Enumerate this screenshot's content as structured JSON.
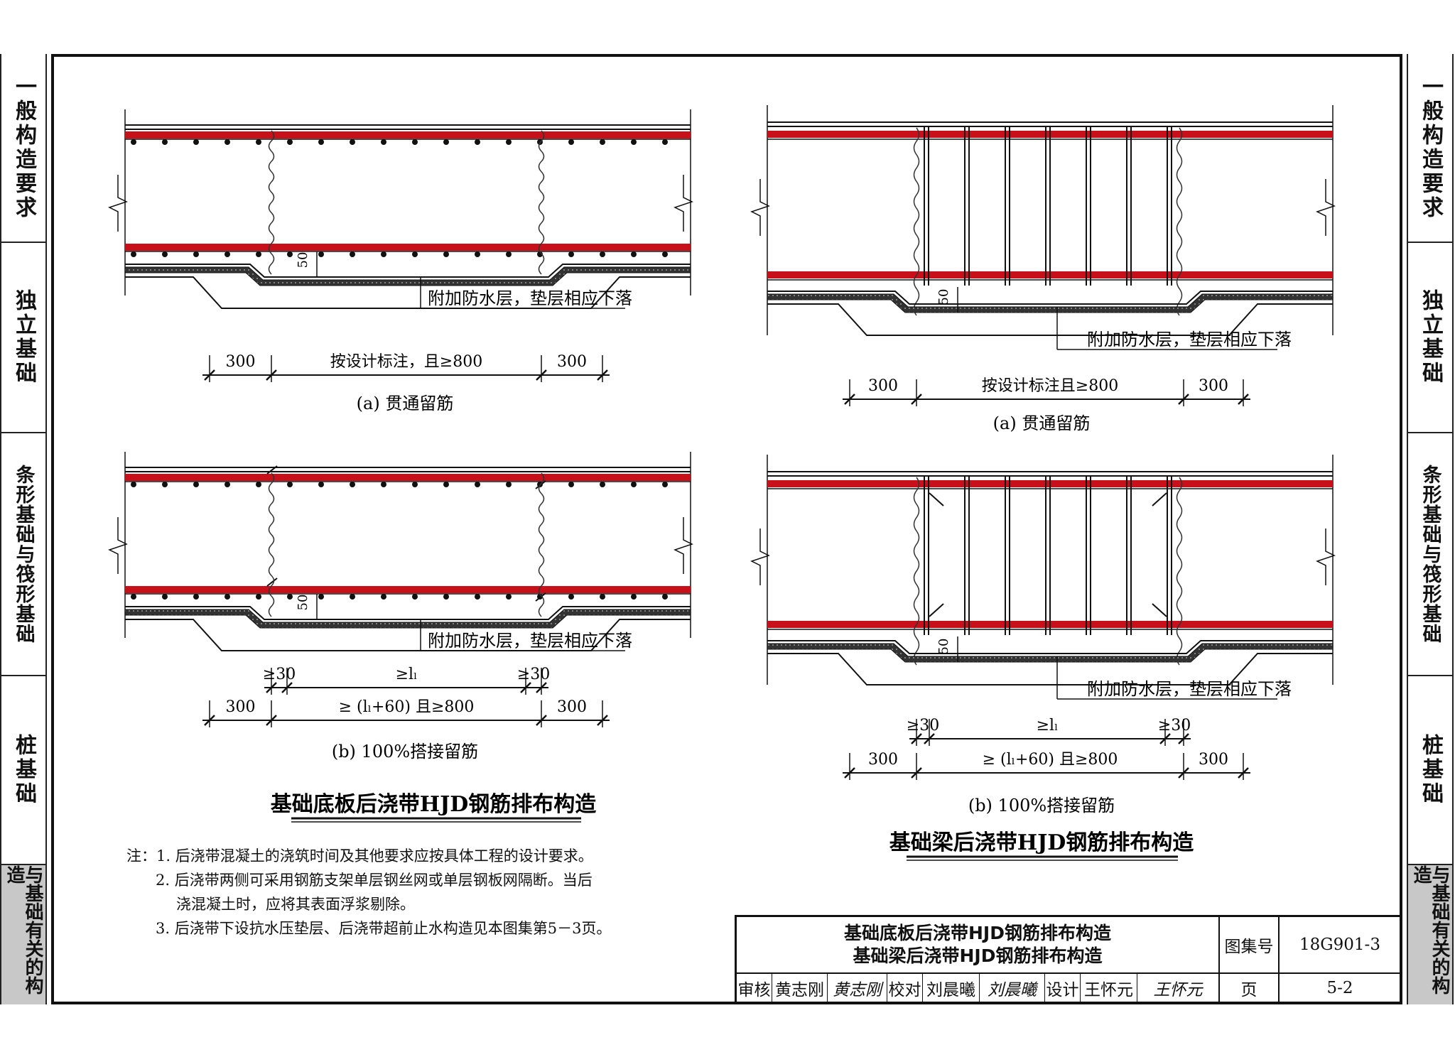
{
  "side_tabs": [
    "一般构造要求",
    "独立基础",
    "条形基础与筏形基础",
    "桩基础",
    "与基础有关的构造"
  ],
  "active_tab_index": 4,
  "left": {
    "title": "基础底板后浇带HJD钢筋排布构造",
    "a": {
      "caption": "(a) 贯通留筋",
      "dim_left": "300",
      "dim_mid": "按设计标注，且≥800",
      "dim_right": "300",
      "dim_50": "50",
      "note": "附加防水层，垫层相应下落"
    },
    "b": {
      "caption": "(b) 100%搭接留筋",
      "dim_left": "300",
      "dim_mid": "≥ (lₗ+60) 且≥800",
      "dim_right": "300",
      "lap_left": "≥30",
      "lap_mid": "≥lₗ",
      "lap_right": "≥30",
      "dim_50": "50",
      "note": "附加防水层，垫层相应下落"
    }
  },
  "right": {
    "title": "基础梁后浇带HJD钢筋排布构造",
    "a": {
      "caption": "(a) 贯通留筋",
      "dim_left": "300",
      "dim_mid": "按设计标注且≥800",
      "dim_right": "300",
      "dim_50": "50",
      "note": "附加防水层，垫层相应下落"
    },
    "b": {
      "caption": "(b) 100%搭接留筋",
      "dim_left": "300",
      "dim_mid": "≥ (lₗ+60) 且≥800",
      "dim_right": "300",
      "lap_left": "≥30",
      "lap_mid": "≥lₗ",
      "lap_right": "≥30",
      "dim_50": "50",
      "note": "附加防水层，垫层相应下落"
    }
  },
  "notes": [
    "注：1. 后浇带混凝土的浇筑时间及其他要求应按具体工程的设计要求。",
    "2. 后浇带两侧可采用钢筋支架单层钢丝网或单层钢板网隔断。当后",
    "浇混凝土时，应将其表面浮浆剔除。",
    "3. 后浇带下设抗水压垫层、后浇带超前止水构造见本图集第5－3页。"
  ],
  "title_block": {
    "title_line1": "基础底板后浇带HJD钢筋排布构造",
    "title_line2": "基础梁后浇带HJD钢筋排布构造",
    "atlas_label": "图集号",
    "atlas_no": "18G901-3",
    "review_label": "审核",
    "reviewer": "黄志刚",
    "reviewer_sig": "黄志刚",
    "check_label": "校对",
    "checker": "刘晨曦",
    "checker_sig": "刘晨曦",
    "design_label": "设计",
    "designer": "王怀元",
    "designer_sig": "王怀元",
    "page_label": "页",
    "page_no": "5-2"
  },
  "colors": {
    "rebar": "#c8101a",
    "line": "#111111",
    "tab_active": "#c8c8c8"
  }
}
